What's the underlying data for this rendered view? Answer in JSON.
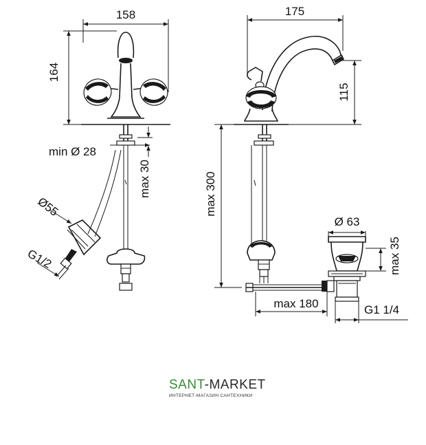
{
  "left_view": {
    "dim_width": "158",
    "dim_height": "164",
    "dim_min_hole": "min Ø 28",
    "dim_max_thickness": "max 30",
    "dim_flange": "Ø55",
    "dim_thread": "G1/2"
  },
  "right_view": {
    "dim_width": "175",
    "dim_spout_height": "115",
    "dim_max_length": "max 300",
    "dim_drain_diameter": "Ø 63",
    "dim_drain_height": "max 35",
    "dim_rod_length": "max 180",
    "dim_drain_thread": "G1 1/4"
  },
  "logo": {
    "brand_part1": "SANT",
    "brand_part2": "-MARKET",
    "tagline": "ИНТЕРНЕТ-МАГАЗИН САНТЕХНИКИ"
  }
}
